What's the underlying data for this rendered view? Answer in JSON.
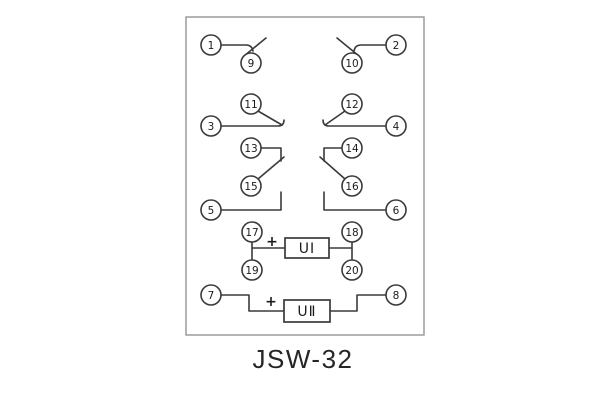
{
  "title": "JSW-32",
  "diagram": {
    "terminals": {
      "t1": "1",
      "t2": "2",
      "t3": "3",
      "t4": "4",
      "t5": "5",
      "t6": "6",
      "t7": "7",
      "t8": "8",
      "t9": "9",
      "t10": "10",
      "t11": "11",
      "t12": "12",
      "t13": "13",
      "t14": "14",
      "t15": "15",
      "t16": "16",
      "t17": "17",
      "t18": "18",
      "t19": "19",
      "t20": "20"
    },
    "boxes": {
      "u1": "UⅠ",
      "u2": "UⅡ"
    },
    "plus": "+",
    "colors": {
      "line": "#3a3a3a",
      "border": "#8d8d8d",
      "background": "#ffffff",
      "text": "#1c1c1c"
    }
  }
}
